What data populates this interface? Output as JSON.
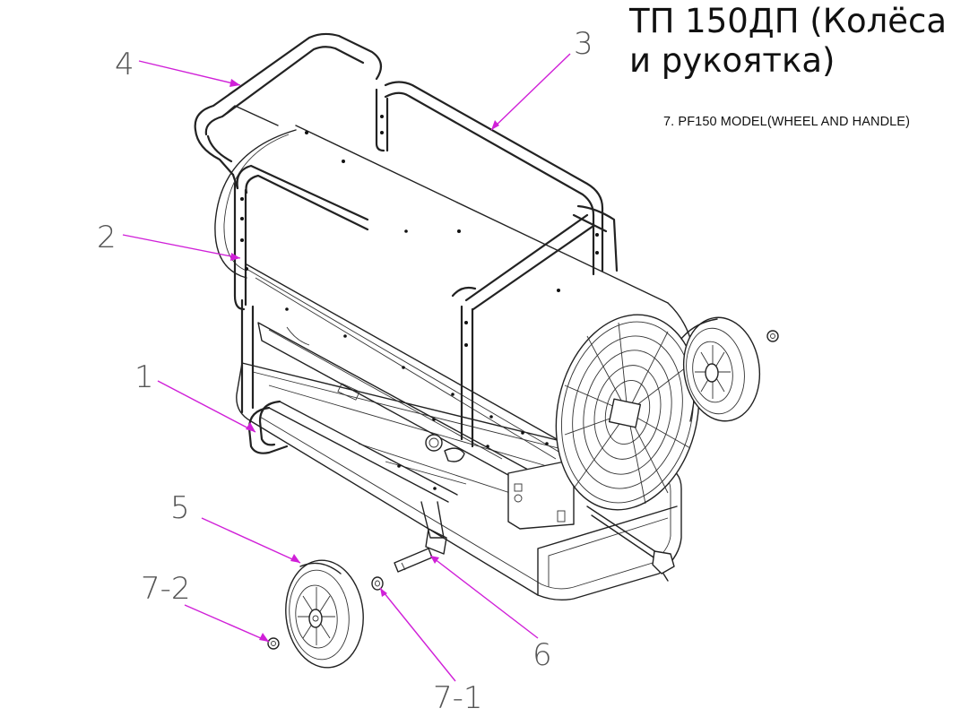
{
  "title_line1": "ТП 150ДП (Колёса",
  "title_line2": "и рукоятка)",
  "subtitle": "7. PF150 MODEL(WHEEL AND HANDLE)",
  "callouts": {
    "c1": "1",
    "c2": "2",
    "c3": "3",
    "c4": "4",
    "c5": "5",
    "c6": "6",
    "c7_1": "7-1",
    "c7_2": "7-2"
  },
  "colors": {
    "leader": "#d020d8",
    "linework": "#222222",
    "label": "#555555"
  }
}
